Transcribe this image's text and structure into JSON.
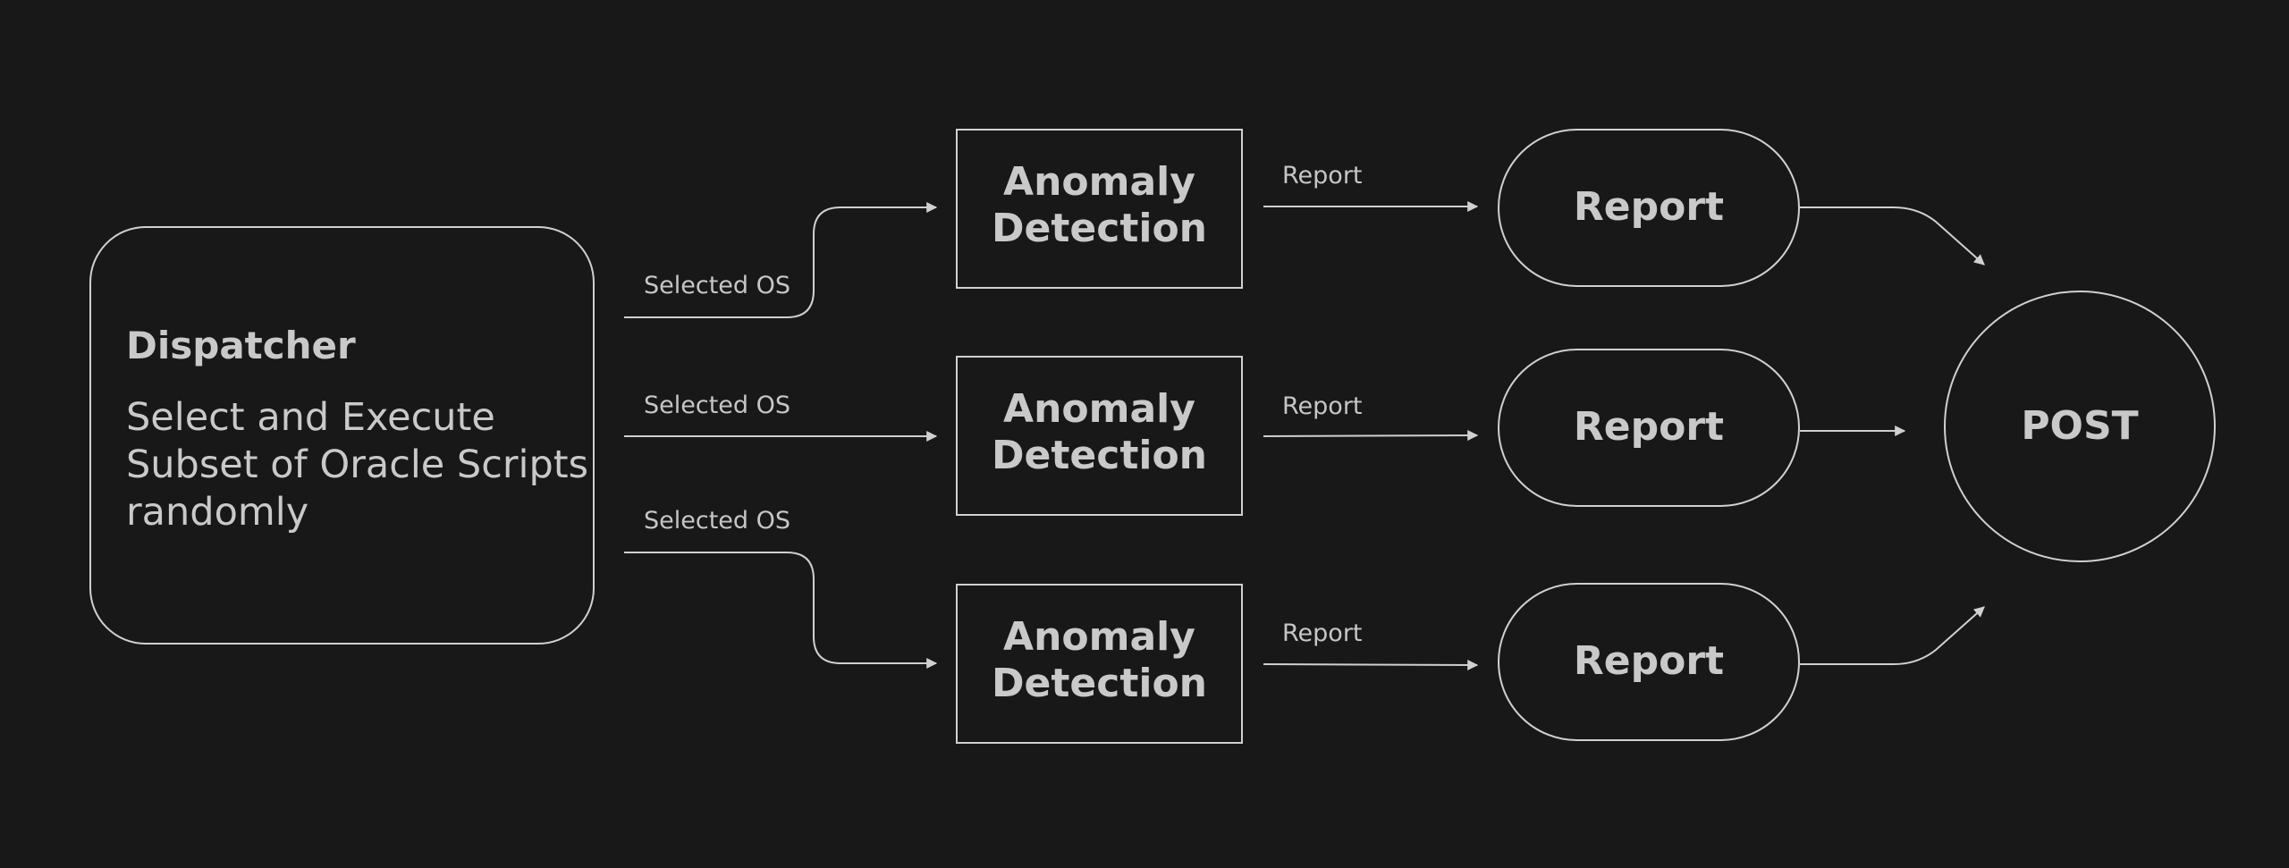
{
  "dispatcher": {
    "title": "Dispatcher",
    "description": "Select and Execute Subset of Oracle Scripts randomly"
  },
  "edges": {
    "selected_os": [
      "Selected OS",
      "Selected OS",
      "Selected OS"
    ],
    "report": [
      "Report",
      "Report",
      "Report"
    ]
  },
  "anomaly_boxes": [
    {
      "line1": "Anomaly",
      "line2": "Detection"
    },
    {
      "line1": "Anomaly",
      "line2": "Detection"
    },
    {
      "line1": "Anomaly",
      "line2": "Detection"
    }
  ],
  "report_nodes": [
    "Report",
    "Report",
    "Report"
  ],
  "post": "POST",
  "colors": {
    "background": "#181818",
    "stroke": "#d0d0d0",
    "text": "#c9c9c9"
  }
}
